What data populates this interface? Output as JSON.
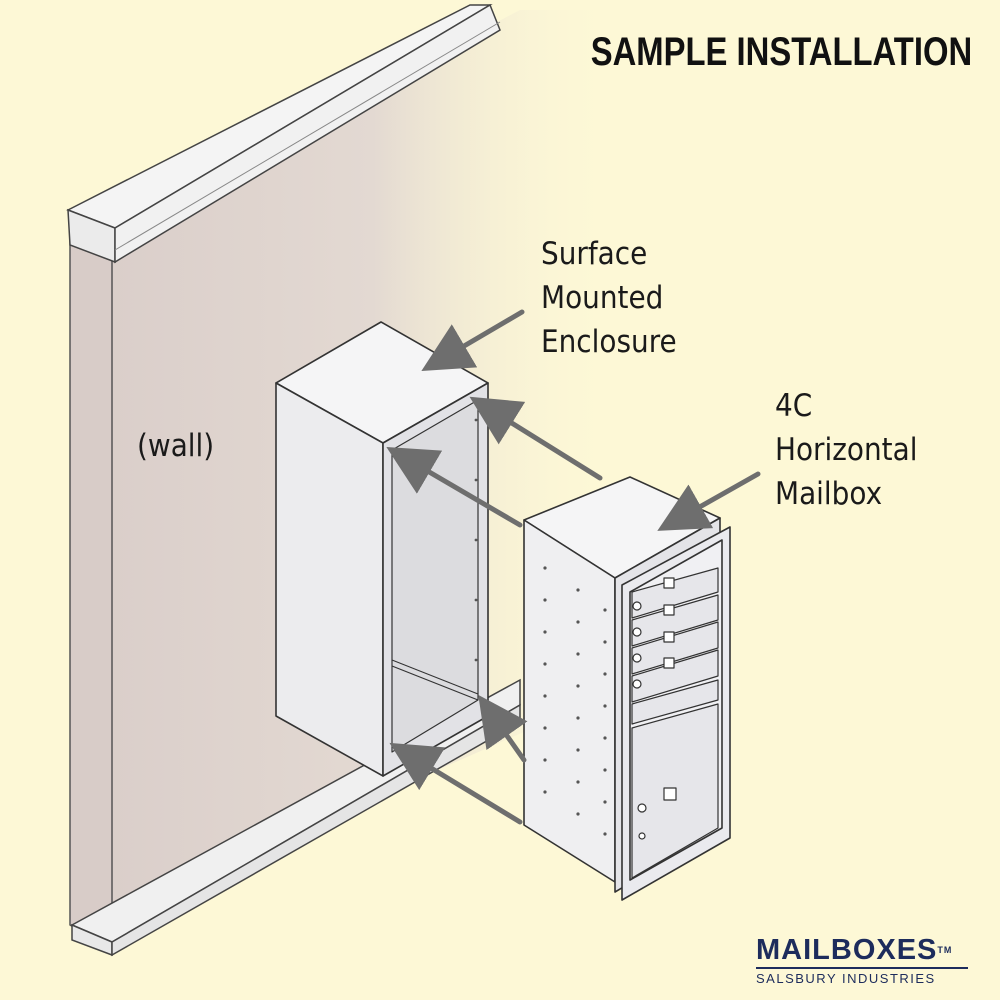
{
  "title": "SAMPLE INSTALLATION",
  "labels": {
    "wall": "(wall)",
    "enclosure": [
      "Surface",
      "Mounted",
      "Enclosure"
    ],
    "mailbox": [
      "4C",
      "Horizontal",
      "Mailbox"
    ]
  },
  "logo": {
    "name": "MAILBOXES",
    "trademark": "TM",
    "subtitle": "SALSBURY INDUSTRIES"
  },
  "colors": {
    "background": "#fdf8d6",
    "wall": "#ddd2ce",
    "unit_fill": "#eeeeef",
    "outline": "#2b2b2b",
    "arrow": "#707070",
    "logo": "#1d2c5c"
  }
}
